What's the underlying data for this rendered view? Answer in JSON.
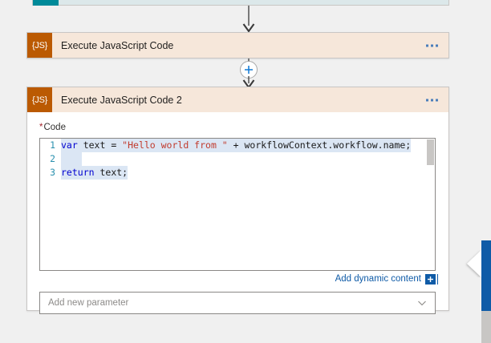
{
  "canvas": {
    "background_color": "#f0f0f0"
  },
  "top_partial_card": {
    "accent_color": "#008a99",
    "band_color": "#dce8ea",
    "name": "partial-trigger-card"
  },
  "connectors": {
    "top_arrow": "arrow-down",
    "mid_arrow": "arrow-down",
    "add_button_glyph": "+",
    "add_button_color": "#0f5ba7",
    "line_color": "#5b5b5b"
  },
  "cards": [
    {
      "id": "execute-javascript-code",
      "icon_label": "{JS}",
      "icon_color": "#bb5a02",
      "header_color": "#f6e7da",
      "title": "Execute JavaScript Code",
      "menu_glyph": "···",
      "expanded": false
    },
    {
      "id": "execute-javascript-code-2",
      "icon_label": "{JS}",
      "icon_color": "#bb5a02",
      "header_color": "#f6e7da",
      "title": "Execute JavaScript Code 2",
      "menu_glyph": "···",
      "expanded": true
    }
  ],
  "code_field": {
    "required_marker": "*",
    "label": "Code",
    "selection_color": "#dbe6f4",
    "lines": [
      {
        "number": "1",
        "tokens": [
          {
            "kind": "keyword",
            "text": "var"
          },
          {
            "kind": "plain",
            "text": " text = "
          },
          {
            "kind": "string",
            "text": "\"Hello world from \""
          },
          {
            "kind": "plain",
            "text": " + workflowContext.workflow.name;"
          }
        ]
      },
      {
        "number": "2",
        "tokens": [
          {
            "kind": "plain",
            "text": ""
          }
        ]
      },
      {
        "number": "3",
        "tokens": [
          {
            "kind": "keyword",
            "text": "return"
          },
          {
            "kind": "plain",
            "text": " text;"
          }
        ]
      }
    ]
  },
  "dynamic_content": {
    "link_label": "Add dynamic content",
    "badge_glyph": "＋",
    "accent_color": "#0f5ba7"
  },
  "add_parameter": {
    "placeholder": "Add new parameter",
    "chevron": "chevron-down-icon"
  },
  "right_rail": {
    "scrollbar_thumb_color": "#0f5ba7",
    "scrollbar_track_color": "#c8c6c4",
    "collapse_glyph": "chevron-left-icon"
  }
}
